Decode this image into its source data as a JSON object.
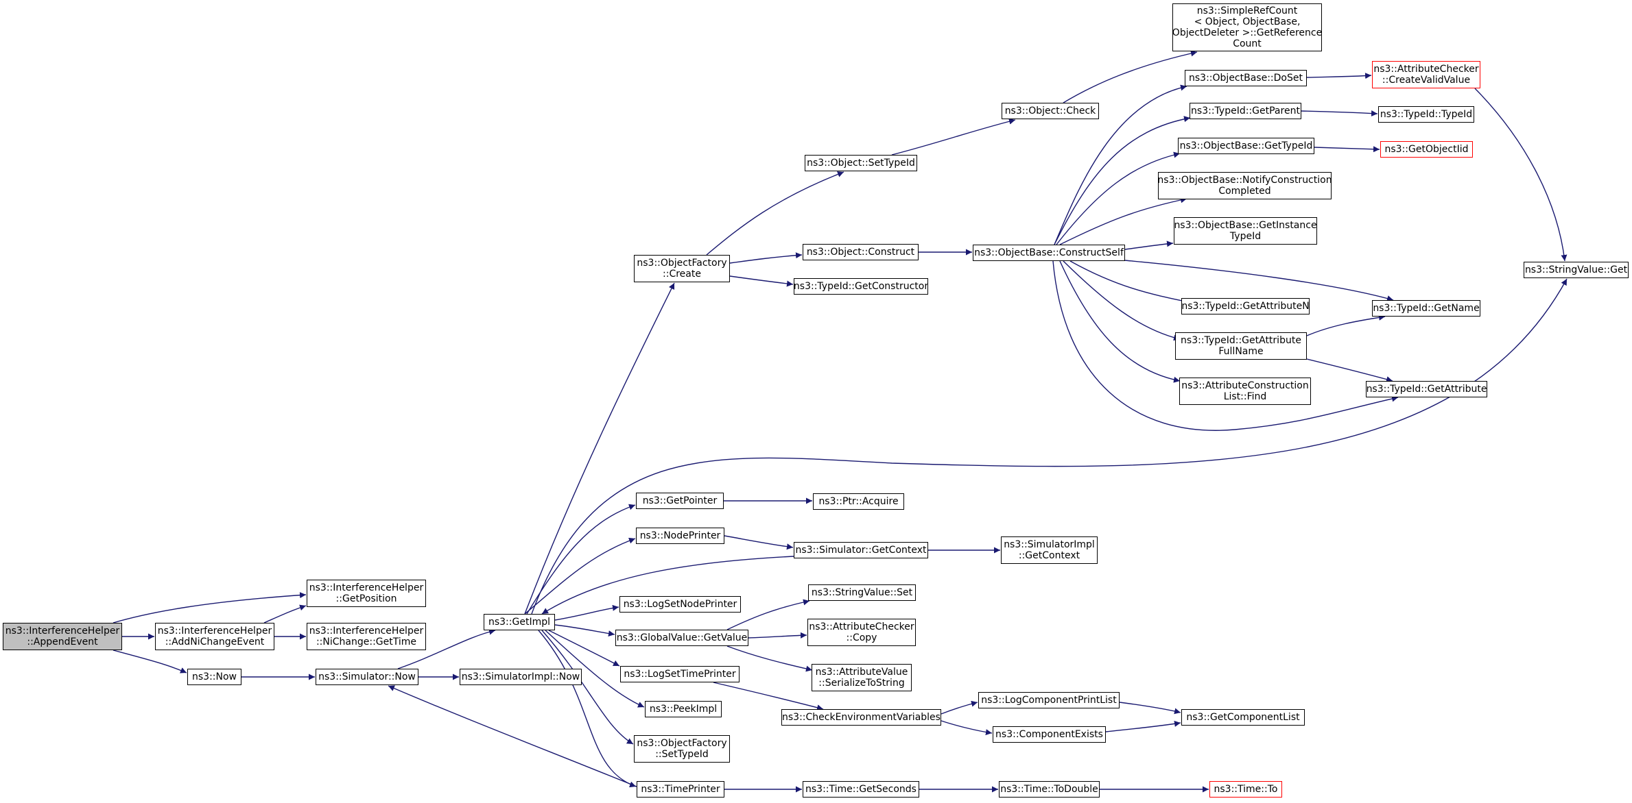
{
  "nodes": {
    "append_event": [
      "ns3::InterferenceHelper",
      "::AppendEvent"
    ],
    "get_position": [
      "ns3::InterferenceHelper",
      "::GetPosition"
    ],
    "add_ni_change_event": [
      "ns3::InterferenceHelper",
      "::AddNiChangeEvent"
    ],
    "ni_change_get_time": [
      "ns3::InterferenceHelper",
      "::NiChange::GetTime"
    ],
    "now": [
      "ns3::Now"
    ],
    "simulator_now": [
      "ns3::Simulator::Now"
    ],
    "simulatorimpl_now": [
      "ns3::SimulatorImpl::Now"
    ],
    "get_impl": [
      "ns3::GetImpl"
    ],
    "object_factory_create": [
      "ns3::ObjectFactory",
      "::Create"
    ],
    "object_set_typeid": [
      "ns3::Object::SetTypeId"
    ],
    "object_check": [
      "ns3::Object::Check"
    ],
    "simple_ref_count": [
      "ns3::SimpleRefCount",
      "< Object, ObjectBase,",
      "ObjectDeleter >::GetReference",
      "Count"
    ],
    "object_construct": [
      "ns3::Object::Construct"
    ],
    "typeid_get_constructor": [
      "ns3::TypeId::GetConstructor"
    ],
    "objectbase_construct_self": [
      "ns3::ObjectBase::ConstructSelf"
    ],
    "objectbase_doset": [
      "ns3::ObjectBase::DoSet"
    ],
    "attribute_checker_create_valid_value": [
      "ns3::AttributeChecker",
      "::CreateValidValue"
    ],
    "typeid_get_parent": [
      "ns3::TypeId::GetParent"
    ],
    "typeid_typeid": [
      "ns3::TypeId::TypeId"
    ],
    "objectbase_get_typeid": [
      "ns3::ObjectBase::GetTypeId"
    ],
    "get_object_iid": [
      "ns3::GetObjectIid"
    ],
    "objectbase_notify_construction_completed": [
      "ns3::ObjectBase::NotifyConstruction",
      "Completed"
    ],
    "objectbase_get_instance_typeid": [
      "ns3::ObjectBase::GetInstance",
      "TypeId"
    ],
    "stringvalue_get": [
      "ns3::StringValue::Get"
    ],
    "typeid_get_attribute_n": [
      "ns3::TypeId::GetAttributeN"
    ],
    "typeid_get_name": [
      "ns3::TypeId::GetName"
    ],
    "typeid_get_attribute_full_name": [
      "ns3::TypeId::GetAttribute",
      "FullName"
    ],
    "attribute_construction_list_find": [
      "ns3::AttributeConstruction",
      "List::Find"
    ],
    "typeid_get_attribute": [
      "ns3::TypeId::GetAttribute"
    ],
    "get_pointer": [
      "ns3::GetPointer"
    ],
    "ptr_acquire": [
      "ns3::Ptr::Acquire"
    ],
    "node_printer": [
      "ns3::NodePrinter"
    ],
    "simulator_get_context": [
      "ns3::Simulator::GetContext"
    ],
    "simulatorimpl_get_context": [
      "ns3::SimulatorImpl",
      "::GetContext"
    ],
    "log_set_node_printer": [
      "ns3::LogSetNodePrinter"
    ],
    "stringvalue_set": [
      "ns3::StringValue::Set"
    ],
    "global_value_get_value": [
      "ns3::GlobalValue::GetValue"
    ],
    "attribute_checker_copy": [
      "ns3::AttributeChecker",
      "::Copy"
    ],
    "attribute_value_serialize_to_string": [
      "ns3::AttributeValue",
      "::SerializeToString"
    ],
    "log_set_time_printer": [
      "ns3::LogSetTimePrinter"
    ],
    "check_environment_variables": [
      "ns3::CheckEnvironmentVariables"
    ],
    "log_component_print_list": [
      "ns3::LogComponentPrintList"
    ],
    "get_component_list": [
      "ns3::GetComponentList"
    ],
    "component_exists": [
      "ns3::ComponentExists"
    ],
    "peek_impl": [
      "ns3::PeekImpl"
    ],
    "object_factory_set_typeid": [
      "ns3::ObjectFactory",
      "::SetTypeId"
    ],
    "time_printer": [
      "ns3::TimePrinter"
    ],
    "time_get_seconds": [
      "ns3::Time::GetSeconds"
    ],
    "time_to_double": [
      "ns3::Time::ToDouble"
    ],
    "time_to": [
      "ns3::Time::To"
    ]
  },
  "colors": {
    "edge": "#191970",
    "root_fill": "#bfbfbf",
    "truncated_border": "#ff0000"
  }
}
